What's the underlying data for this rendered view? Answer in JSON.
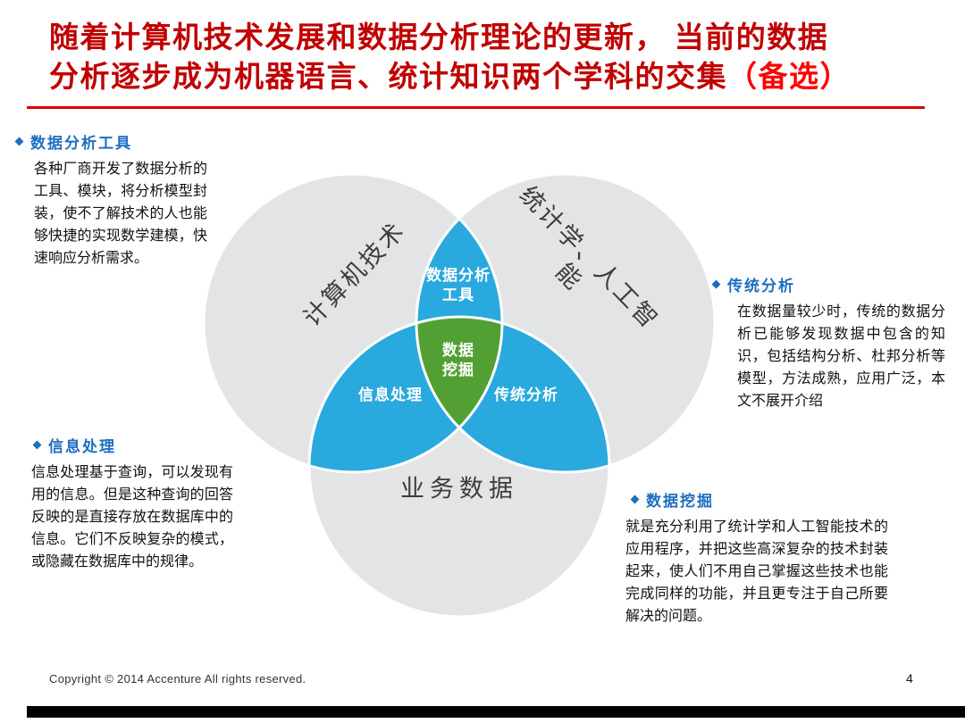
{
  "title": {
    "line1": "随着计算机技术发展和数据分析理论的更新， 当前的数据",
    "line2": "分析逐步成为机器语言、统计知识两个学科的交集",
    "line2_highlight": "（备选）"
  },
  "venn": {
    "left_circle_label": "计算机技术",
    "right_circle_label_line1": "统计学、人工智",
    "right_circle_label_line2": "能",
    "bottom_circle_label": "业务数据",
    "top_overlap_label_line1": "数据分析",
    "top_overlap_label_line2": "工具",
    "left_overlap_label": "信息处理",
    "right_overlap_label": "传统分析",
    "center_overlap_label_line1": "数据",
    "center_overlap_label_line2": "挖掘",
    "colors": {
      "circle_fill": "#e3e4e6",
      "overlap_fill": "#29a9de",
      "center_fill": "#52a033",
      "title_red": "#c00000",
      "highlight_red": "#ff0000",
      "heading_blue": "#1f6ec0"
    }
  },
  "notes": [
    {
      "heading": "数据分析工具",
      "body": "各种厂商开发了数据分析的工具、模块，将分析模型封装，使不了解技术的人也能够快捷的实现数学建模，快速响应分析需求。"
    },
    {
      "heading": "信息处理",
      "body": "信息处理基于查询，可以发现有用的信息。但是这种查询的回答反映的是直接存放在数据库中的信息。它们不反映复杂的模式，或隐藏在数据库中的规律。"
    },
    {
      "heading": "传统分析",
      "body": "在数据量较少时，传统的数据分析已能够发现数据中包含的知识，包括结构分析、杜邦分析等模型，方法成熟，应用广泛，本文不展开介绍"
    },
    {
      "heading": "数据挖掘",
      "body": "就是充分利用了统计学和人工智能技术的应用程序，并把这些高深复杂的技术封装起来，使人们不用自己掌握这些技术也能完成同样的功能，并且更专注于自己所要解决的问题。"
    }
  ],
  "footer": {
    "copyright": "Copyright © 2014  Accenture  All rights reserved.",
    "page_number": "4"
  }
}
